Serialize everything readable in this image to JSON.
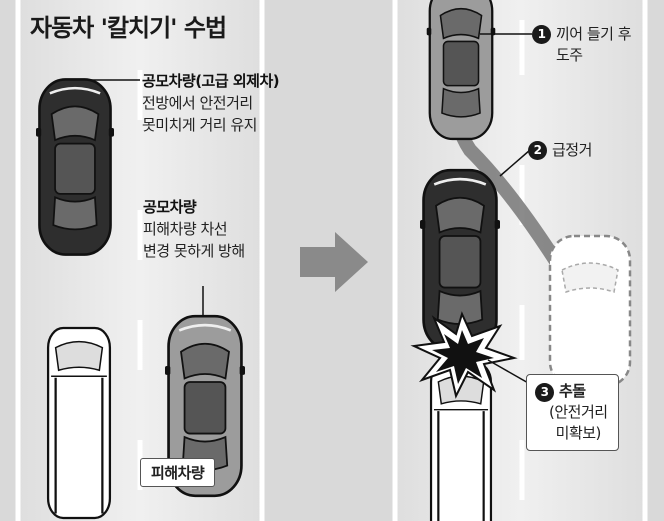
{
  "title": "자동차 '칼치기' 수법",
  "left_panel": {
    "car1_title": "공모차량(고급 외제차)",
    "car1_desc": [
      "전방에서 안전거리",
      "못미치게 거리 유지"
    ],
    "car2_title": "공모차량",
    "car2_desc": [
      "피해차량 차선",
      "변경 못하게 방해"
    ],
    "victim_label": "피해차량"
  },
  "steps": [
    {
      "num": "1",
      "lines": [
        "끼어 들기 후",
        "도주"
      ]
    },
    {
      "num": "2",
      "lines": [
        "급정거"
      ]
    },
    {
      "num": "3",
      "lines": [
        "추돌"
      ],
      "sub": [
        "(안전거리",
        "미확보)"
      ]
    }
  ],
  "colors": {
    "background": "#d9d9d9",
    "road": "#ebebeb",
    "dark_car": "#2e2e2e",
    "gray_car": "#9c9c9c",
    "ghost_car": "#ffffff",
    "arrow": "#777777"
  }
}
